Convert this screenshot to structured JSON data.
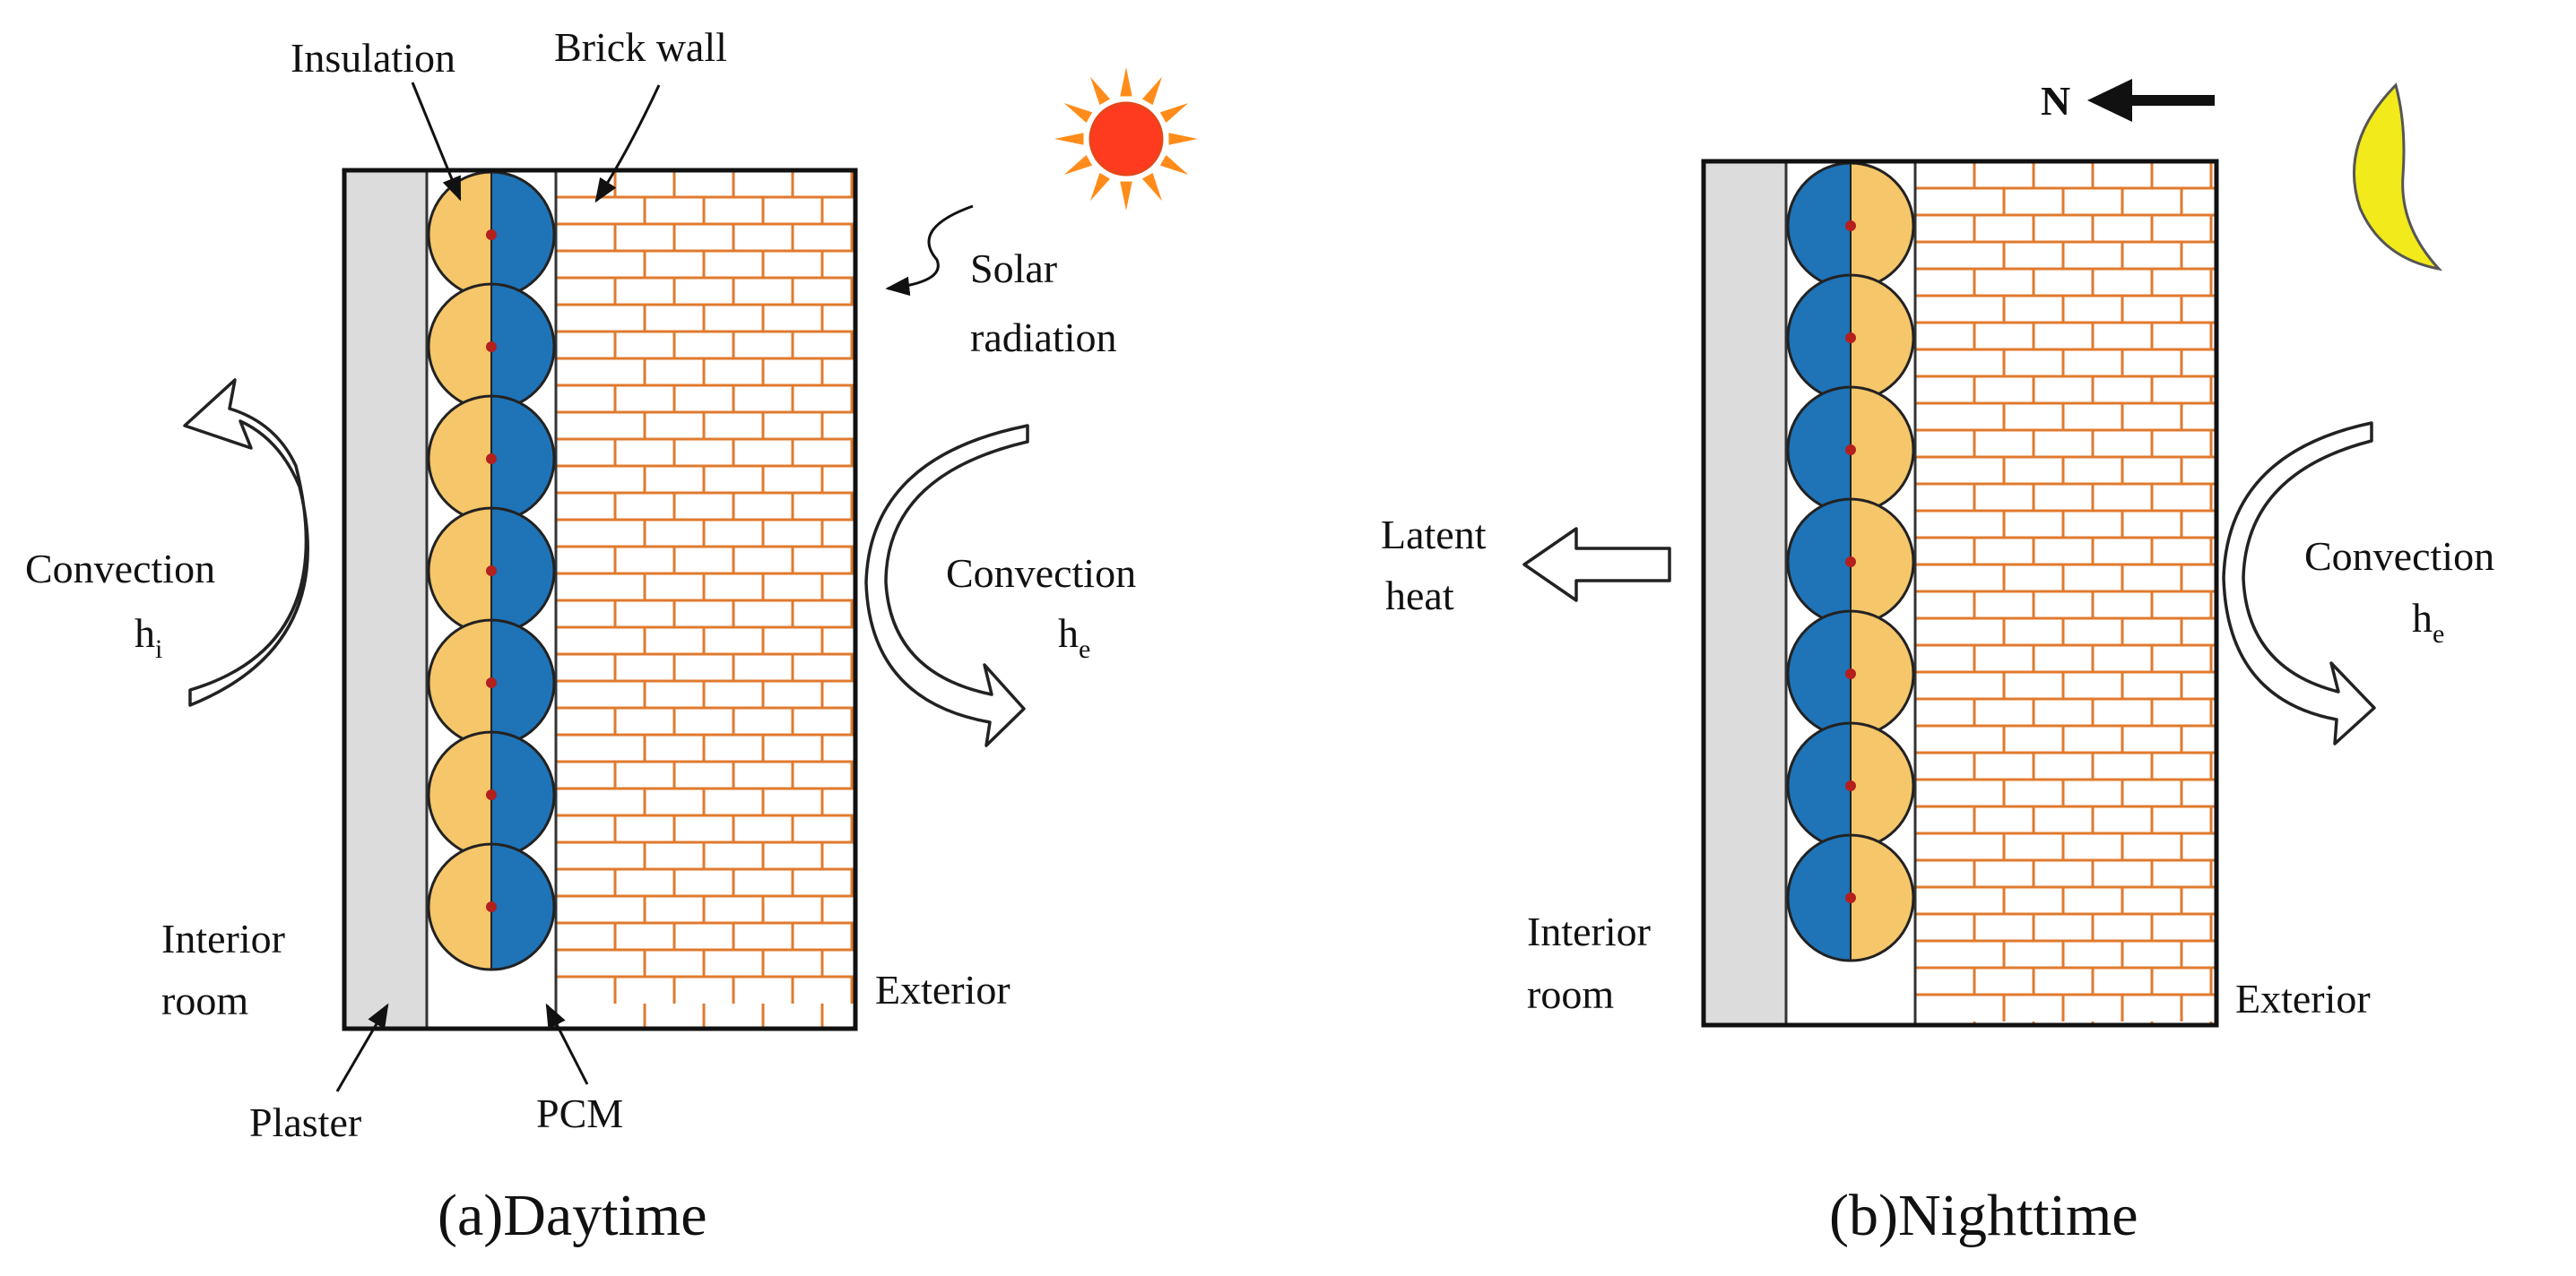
{
  "colors": {
    "plaster": "#dcdcdc",
    "insulation": "#f5c66a",
    "pcm": "#1f73b7",
    "brick_line": "#e07a2e",
    "sun": "#ff3b1f",
    "sun_rays": "#ff8c1a",
    "moon": "#f2ea1a",
    "core_dot": "#b3201e"
  },
  "panel_a": {
    "caption": "(a)Daytime",
    "labels": {
      "insulation": "Insulation",
      "brick_wall": "Brick wall",
      "solar_1": "Solar",
      "solar_2": "radiation",
      "conv_in": "Convection",
      "h_in": "h",
      "h_in_sub": "i",
      "conv_out": "Convection",
      "h_out": "h",
      "h_out_sub": "e",
      "interior_1": "Interior",
      "interior_2": "room",
      "exterior": "Exterior",
      "plaster": "Plaster",
      "pcm": "PCM"
    },
    "icons": {
      "sun": "sun-icon"
    }
  },
  "panel_b": {
    "caption": "(b)Nighttime",
    "labels": {
      "north": "N",
      "latent_1": "Latent",
      "latent_2": "heat",
      "conv_out": "Convection",
      "h_out": "h",
      "h_out_sub": "e",
      "interior_1": "Interior",
      "interior_2": "room",
      "exterior": "Exterior"
    },
    "icons": {
      "moon": "moon-icon",
      "north": "arrow-left-icon"
    }
  },
  "capsules_per_wall": 7
}
